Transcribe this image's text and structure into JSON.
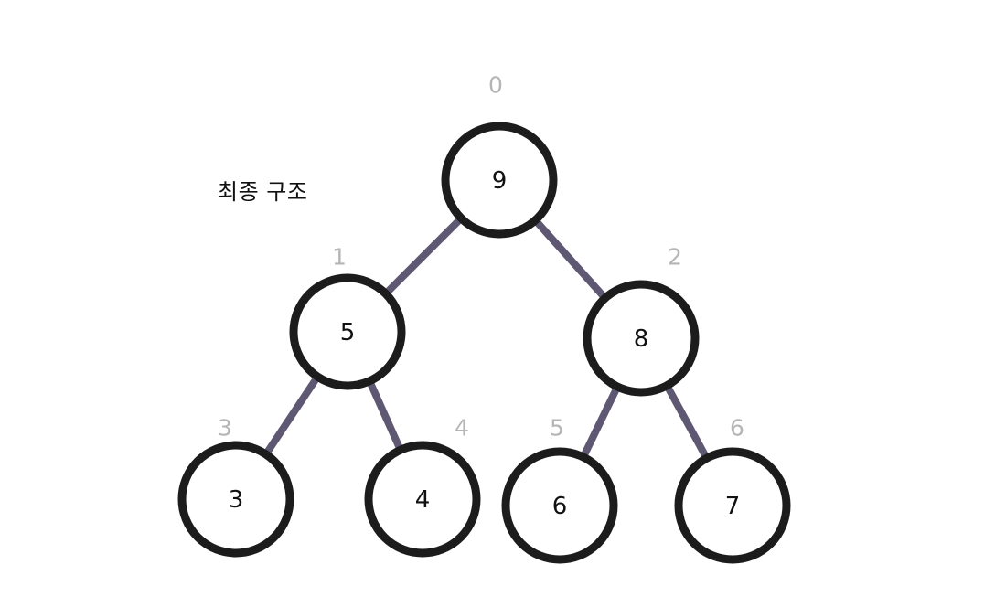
{
  "title": "최종 구조",
  "colors": {
    "edge": "#5e5873",
    "node_border": "#1c1c1c",
    "index_label": "#b5b5b5",
    "text": "#111111"
  },
  "tree": {
    "nodes": [
      {
        "index": "0",
        "value": "9"
      },
      {
        "index": "1",
        "value": "5"
      },
      {
        "index": "2",
        "value": "8"
      },
      {
        "index": "3",
        "value": "3"
      },
      {
        "index": "4",
        "value": "4"
      },
      {
        "index": "5",
        "value": "6"
      },
      {
        "index": "6",
        "value": "7"
      }
    ],
    "edges": [
      {
        "from": "0",
        "to": "1"
      },
      {
        "from": "0",
        "to": "2"
      },
      {
        "from": "1",
        "to": "3"
      },
      {
        "from": "1",
        "to": "4"
      },
      {
        "from": "2",
        "to": "5"
      },
      {
        "from": "2",
        "to": "6"
      }
    ]
  }
}
